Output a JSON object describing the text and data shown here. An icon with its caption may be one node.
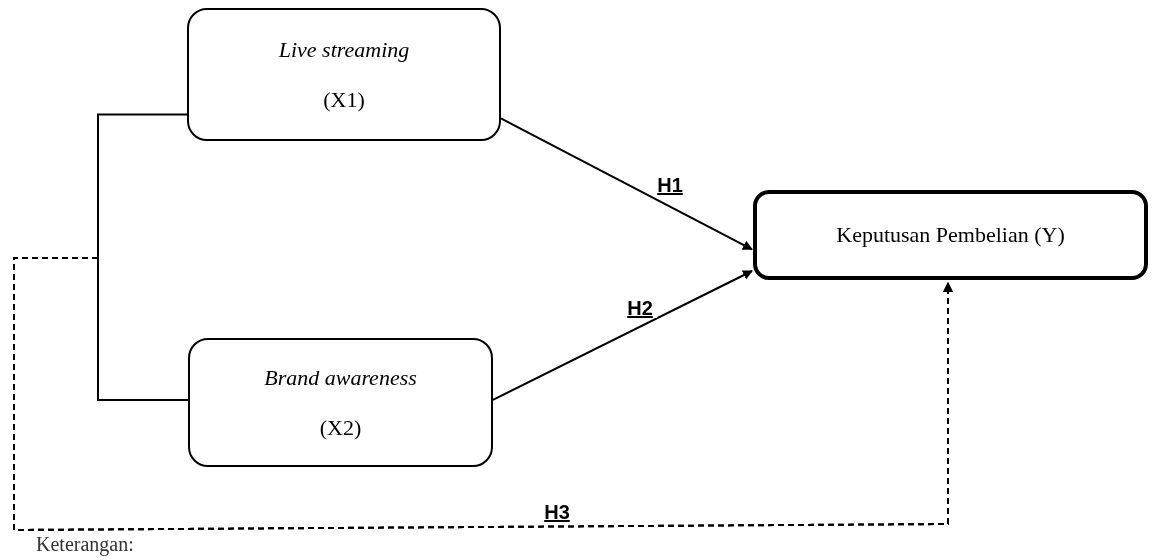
{
  "diagram": {
    "nodes": [
      {
        "text": [
          "Live streaming",
          "(X1)"
        ]
      },
      {
        "text": [
          "Brand awareness",
          "(X2)"
        ]
      },
      {
        "text": [
          "Keputusan Pembelian (Y)"
        ]
      }
    ],
    "edges": [
      {
        "from": 0,
        "to": 2,
        "arrow": "to",
        "label": "H1"
      },
      {
        "from": 1,
        "to": 2,
        "arrow": "to",
        "label": "H2"
      },
      {
        "from": 0,
        "to": 2,
        "arrow": "to",
        "label": "H3",
        "style": "dashed"
      },
      {
        "from": 1,
        "to": 2,
        "arrow": "to",
        "style": "dashed"
      }
    ],
    "labels": [
      "Keterangan:"
    ]
  }
}
